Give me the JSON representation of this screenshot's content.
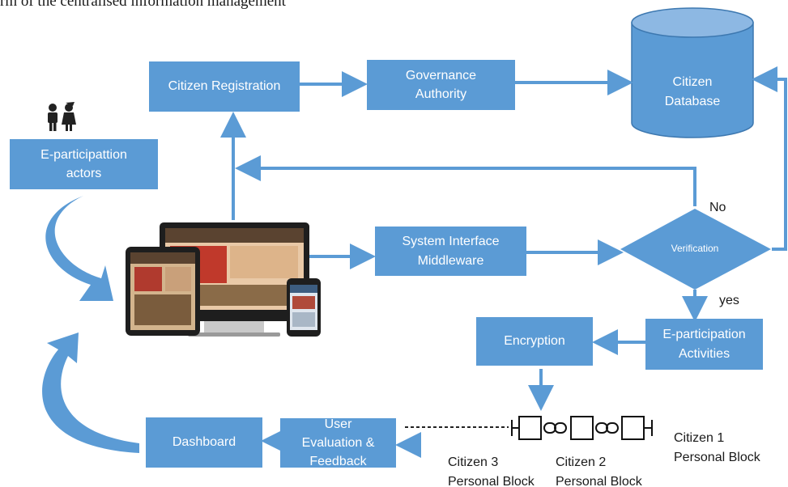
{
  "header": {
    "caption": "rm of the centralised information management"
  },
  "nodes": {
    "citizen_registration": "Citizen Registration",
    "governance_authority": "Governance\nAuthority",
    "citizen_database": "Citizen\nDatabase",
    "e_participation_actors": "E-participattion\nactors",
    "system_interface_middleware": "System Interface\nMiddleware",
    "verification": "Verification",
    "encryption": "Encryption",
    "e_participation_activities": "E-participation\nActivities",
    "dashboard": "Dashboard",
    "user_evaluation_feedback": "User\nEvaluation &\nFeedback"
  },
  "edge_labels": {
    "no": "No",
    "yes": "yes"
  },
  "blockchain": {
    "citizen_1": "Citizen 1\nPersonal Block",
    "citizen_2": "Citizen 2\nPersonal Block",
    "citizen_3": "Citizen 3\nPersonal Block"
  },
  "icons": [
    "people-icon",
    "devices-illustration",
    "chain-link-icon"
  ],
  "colors": {
    "node_fill": "#5b9bd5",
    "arrow": "#5b9bd5",
    "text_on_node": "#ffffff"
  }
}
